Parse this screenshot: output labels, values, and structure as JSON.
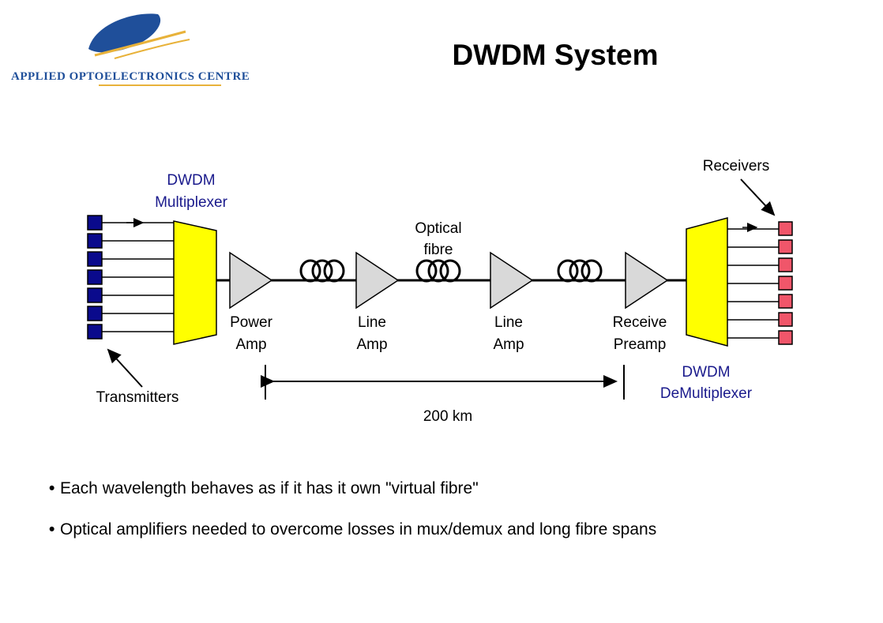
{
  "logo": {
    "org_name": "Applied Optoelectronics Centre"
  },
  "title": "DWDM System",
  "labels": {
    "mux": [
      "DWDM",
      "Multiplexer"
    ],
    "demux": [
      "DWDM",
      "DeMultiplexer"
    ],
    "transmitters": "Transmitters",
    "receivers": "Receivers",
    "fibre": [
      "Optical",
      "fibre"
    ],
    "power_amp": [
      "Power",
      "Amp"
    ],
    "line_amp_1": [
      "Line",
      "Amp"
    ],
    "line_amp_2": [
      "Line",
      "Amp"
    ],
    "receive_preamp": [
      "Receive",
      "Preamp"
    ],
    "distance": "200 km"
  },
  "bullets": [
    "Each wavelength behaves as if it has it own \"virtual fibre\"",
    "Optical amplifiers needed to overcome losses in mux/demux and long fibre spans"
  ],
  "colors": {
    "transmitter": "#0a0a8c",
    "receiver": "#f0566a",
    "mux_fill": "#ffff00",
    "amp_fill": "#d9d9d9",
    "label_blue": "#1a1a8c",
    "logo_blue": "#1f4f9a",
    "logo_gold": "#e8b23a"
  }
}
